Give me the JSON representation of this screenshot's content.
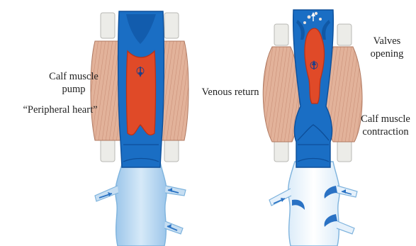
{
  "labels": {
    "calf_muscle_pump_line1": "Calf muscle",
    "calf_muscle_pump_line2": "pump",
    "peripheral_heart": "“Peripheral heart”",
    "venous_return": "Venous return",
    "valves_opening_line1": "Valves",
    "valves_opening_line2": "opening",
    "calf_contraction_line1": "Calf muscle",
    "calf_contraction_line2": "contraction"
  },
  "colors": {
    "muscle": "#e2b29a",
    "muscle_stripe": "#c98e76",
    "tendon": "#ecece8",
    "vein_blue": "#1a6ec4",
    "vein_dark": "#0d4f9a",
    "blood_red": "#e04a28",
    "blood_dark": "#b8321a",
    "lower_vein": "#bfdaf0",
    "lower_vein_edge": "#7eb3dd",
    "arrow_blue": "#2a72c4"
  }
}
